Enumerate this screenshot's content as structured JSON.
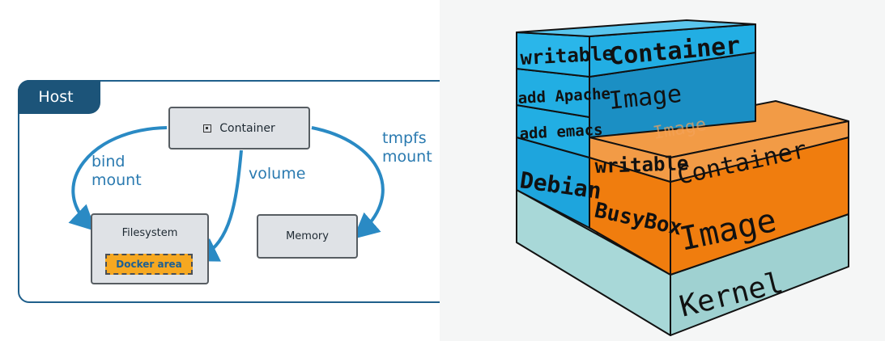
{
  "left": {
    "host_label": "Host",
    "container_label": "Container",
    "filesystem_label": "Filesystem",
    "docker_area_label": "Docker area",
    "memory_label": "Memory",
    "bind_mount": [
      "bind",
      "mount"
    ],
    "volume_label": "volume",
    "tmpfs_mount": [
      "tmpfs",
      "mount"
    ]
  },
  "right": {
    "writable_top": "writable",
    "container_top": "Container",
    "add_apache": "add Apache",
    "image_top": "Image",
    "add_emacs": "add emacs",
    "image_ghost": "Image",
    "debian": "Debian",
    "writable_mid": "writable",
    "container_mid": "Container",
    "busybox": "BusyBox",
    "image_mid": "Image",
    "kernel": "Kernel"
  },
  "colors": {
    "brand_blue": "#1c5479",
    "mount_blue": "#2a7ab0",
    "docker_orange": "#f6a821",
    "layer_blue": "#22aee3",
    "layer_orange": "#f07d0e",
    "kernel_teal": "#a8d8d8"
  }
}
